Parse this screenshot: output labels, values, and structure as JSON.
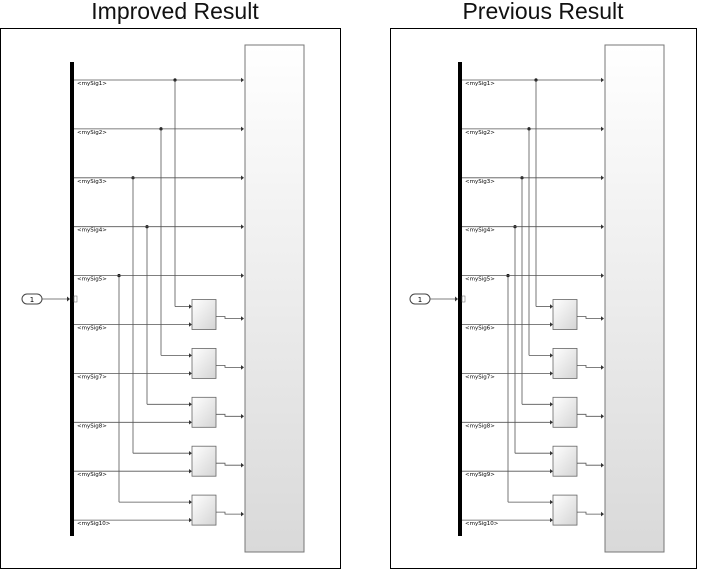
{
  "panels": [
    {
      "title": "Improved Result",
      "inport_label": "1",
      "signals": [
        "<mySig1>",
        "<mySig2>",
        "<mySig3>",
        "<mySig4>",
        "<mySig5>",
        "<mySig6>",
        "<mySig7>",
        "<mySig8>",
        "<mySig9>",
        "<mySig10>"
      ],
      "feed_links": [
        [
          0,
          5
        ],
        [
          1,
          6
        ],
        [
          3,
          7
        ],
        [
          2,
          8
        ],
        [
          4,
          9
        ]
      ]
    },
    {
      "title": "Previous Result",
      "inport_label": "1",
      "signals": [
        "<mySig1>",
        "<mySig2>",
        "<mySig3>",
        "<mySig4>",
        "<mySig5>",
        "<mySig6>",
        "<mySig7>",
        "<mySig8>",
        "<mySig9>",
        "<mySig10>"
      ],
      "feed_links": [
        [
          0,
          5
        ],
        [
          1,
          6
        ],
        [
          2,
          7
        ],
        [
          3,
          8
        ],
        [
          4,
          9
        ]
      ]
    }
  ]
}
